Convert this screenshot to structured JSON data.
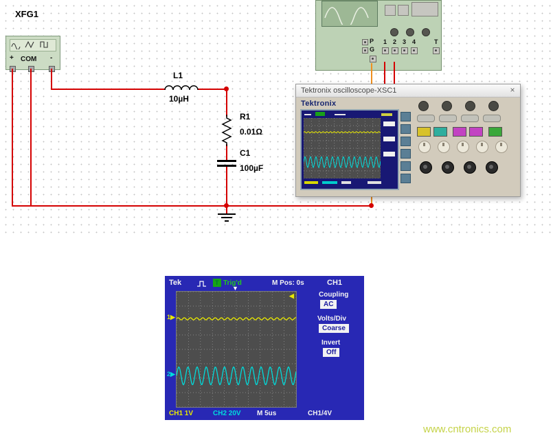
{
  "schematic": {
    "xfg": {
      "ref": "XFG1",
      "plus": "+",
      "com": "COM",
      "minus": "-"
    },
    "l1": {
      "ref": "L1",
      "value": "10µH"
    },
    "r1": {
      "ref": "R1",
      "value": "0.01Ω"
    },
    "c1": {
      "ref": "C1",
      "value": "100µF"
    }
  },
  "instrument_icon": {
    "p": "P",
    "g": "G",
    "t": "T",
    "channels": [
      "1",
      "2",
      "3",
      "4"
    ]
  },
  "scope_window": {
    "title": "Tektronix oscilloscope-XSC1",
    "close": "×",
    "brand": "Tektronix"
  },
  "display": {
    "brand": "Tek",
    "trig_t": "T",
    "trig_status": "Trig'd",
    "m_pos": "M Pos: 0s",
    "menu_title": "CH1",
    "sidebar": [
      {
        "label": "Coupling",
        "value": "AC"
      },
      {
        "label": "Volts/Div",
        "value": "Coarse"
      },
      {
        "label": "Invert",
        "value": "Off"
      }
    ],
    "readout_ch1": "CH1 1V",
    "readout_ch2": "CH2 20V",
    "readout_time": "M 5us",
    "readout_trig": "CH1/4V",
    "marker_ch1": "1",
    "marker_ch2": "2"
  },
  "icons": {
    "trigger_position_marker": "▼",
    "trigger_level_marker": "◀",
    "channel_marker_arrow": "▶"
  },
  "waveforms": {
    "ch1": {
      "center_frac": 0.235,
      "amplitude": 1.6,
      "period": 9
    },
    "ch2": {
      "center_frac": 0.73,
      "amplitude": 13,
      "period": 13.3
    }
  },
  "colors": {
    "ch1": "#e8e800",
    "ch2": "#00dcdc",
    "wire": "#d40000",
    "probe": "#ef8f1f"
  },
  "watermark": "www.cntronics.com"
}
